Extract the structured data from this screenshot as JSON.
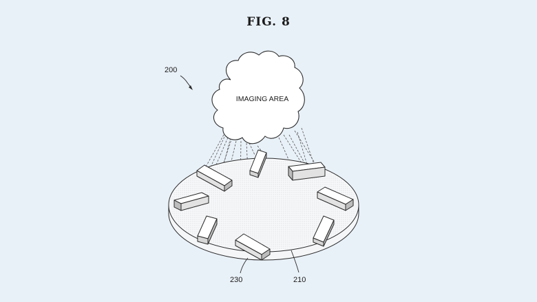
{
  "figure": {
    "title": "FIG. 8",
    "ref_system": "200",
    "cloud_label": "IMAGING AREA",
    "ref_platform": "210",
    "ref_device": "230"
  },
  "colors": {
    "background": "#e9f1f8",
    "line": "#2a2a2a"
  }
}
